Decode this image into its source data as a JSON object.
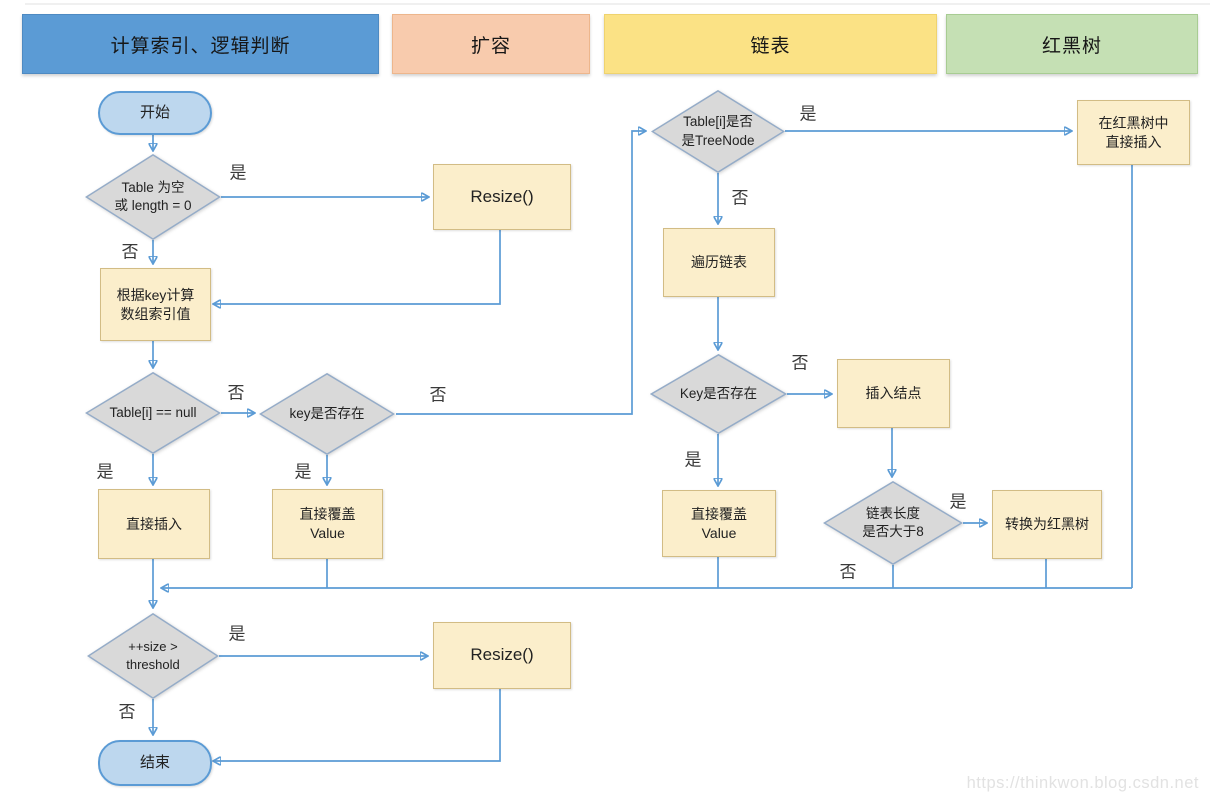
{
  "lanes": [
    {
      "label": "计算索引、逻辑判断",
      "color": "#5B9BD5",
      "border": "#4E8AC2"
    },
    {
      "label": "扩容",
      "color": "#F8CBAD",
      "border": "#EDB68C"
    },
    {
      "label": "链表",
      "color": "#FBE285",
      "border": "#EFD36E"
    },
    {
      "label": "红黑树",
      "color": "#C5E0B4",
      "border": "#A8CC93"
    }
  ],
  "nodes": {
    "start": {
      "label": "开始"
    },
    "d_table_empty": {
      "label": "Table 为空\n或 length = 0"
    },
    "resize1": {
      "label": "Resize()"
    },
    "calc_index": {
      "label": "根据key计算\n数组索引值"
    },
    "d_table_i_null": {
      "label": "Table[i] == null"
    },
    "d_key_exists_1": {
      "label": "key是否存在"
    },
    "insert_direct": {
      "label": "直接插入"
    },
    "cover_value_1": {
      "label": "直接覆盖\nValue"
    },
    "d_is_treenode": {
      "label": "Table[i]是否\n是TreeNode"
    },
    "rb_insert": {
      "label": "在红黑树中\n直接插入"
    },
    "traverse_list": {
      "label": "遍历链表"
    },
    "d_key_exists_2": {
      "label": "Key是否存在"
    },
    "insert_node": {
      "label": "插入结点"
    },
    "cover_value_2": {
      "label": "直接覆盖\nValue"
    },
    "d_list_gt8": {
      "label": "链表长度\n是否大于8"
    },
    "to_rbtree": {
      "label": "转换为红黑树"
    },
    "d_size_threshold": {
      "label": "++size >\nthreshold"
    },
    "resize2": {
      "label": "Resize()"
    },
    "end": {
      "label": "结束"
    }
  },
  "edge_labels": {
    "yes": "是",
    "no": "否"
  },
  "colors": {
    "arrow": "#5B9BD5",
    "diamond_fill": "#D9D9D9",
    "diamond_border": "#95ACC8",
    "process_fill": "#FBEECB",
    "process_border": "#D2BC85",
    "terminal_fill": "#BDD7EE",
    "terminal_border": "#5B9BD5"
  },
  "watermark": "https://thinkwon.blog.csdn.net"
}
